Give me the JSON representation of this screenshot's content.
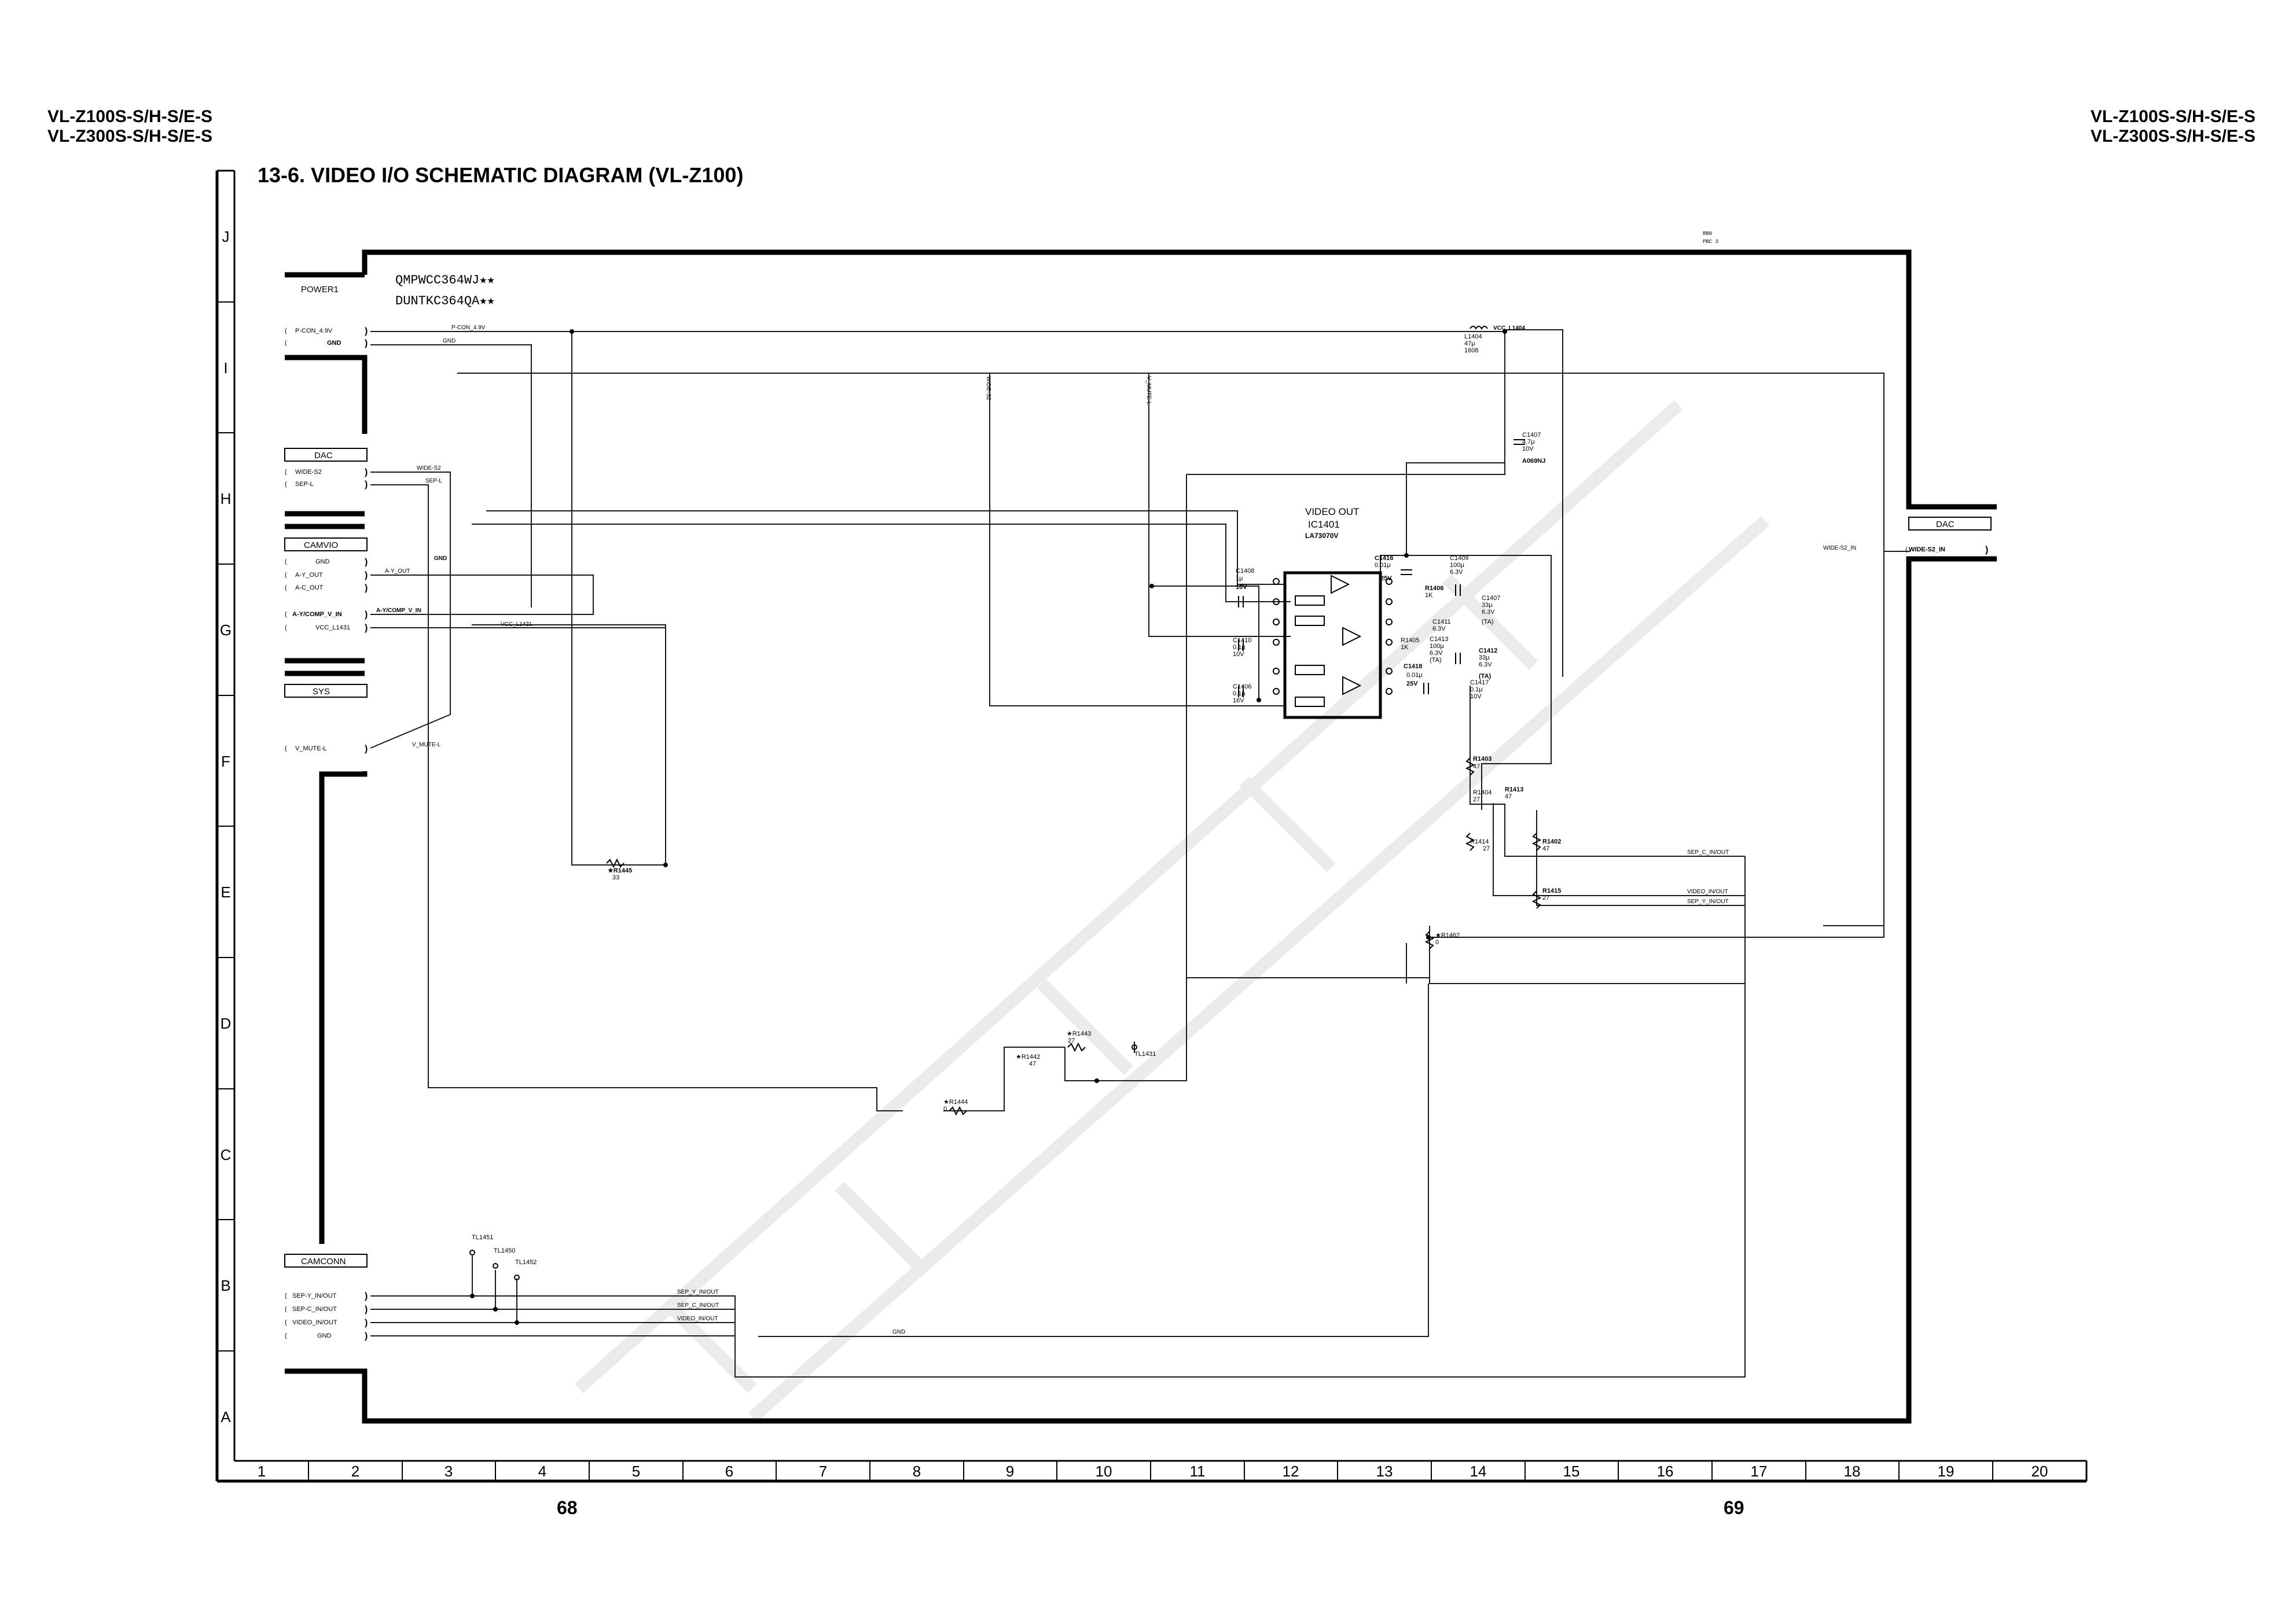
{
  "header": {
    "left_line1": "VL-Z100S-S/H-S/E-S",
    "left_line2": "VL-Z300S-S/H-S/E-S",
    "right_line1": "VL-Z100S-S/H-S/E-S",
    "right_line2": "VL-Z300S-S/H-S/E-S"
  },
  "title": "13-6. VIDEO I/O SCHEMATIC DIAGRAM (VL-Z100)",
  "page_numbers": {
    "left": "68",
    "right": "69"
  },
  "grid": {
    "rows": [
      "J",
      "I",
      "H",
      "G",
      "F",
      "E",
      "D",
      "C",
      "B",
      "A"
    ],
    "columns": [
      "1",
      "2",
      "3",
      "4",
      "5",
      "6",
      "7",
      "8",
      "9",
      "10",
      "11",
      "12",
      "13",
      "14",
      "15",
      "16",
      "17",
      "18",
      "19",
      "20"
    ]
  },
  "board": {
    "part1": "QMPWCC364WJ★★",
    "part2": "DUNTKC364QA★★",
    "corner_note1": "RB0",
    "corner_note2": "PBC 3"
  },
  "connectors": {
    "power1": {
      "name": "POWER1",
      "pins": [
        "P-CON_4.9V",
        "GND"
      ]
    },
    "dac_left": {
      "name": "DAC",
      "pins": [
        "WIDE-S2",
        "SEP-L"
      ]
    },
    "camvio": {
      "name": "CAMVIO",
      "pins": [
        "GND",
        "A-Y_OUT",
        "A-C_OUT",
        "A-Y/COMP_V_IN",
        "VCC_L1431"
      ]
    },
    "sys": {
      "name": "SYS",
      "pins": [
        "V_MUTE-L"
      ]
    },
    "camconn": {
      "name": "CAMCONN",
      "pins": [
        "SEP-Y_IN/OUT",
        "SEP-C_IN/OUT",
        "VIDEO_IN/OUT",
        "GND"
      ]
    },
    "dac_right": {
      "name": "DAC",
      "pins": [
        "WIDE-S2_IN"
      ]
    }
  },
  "nets": {
    "p_con": "P-CON_4.9V",
    "gnd": "GND",
    "wide_s2": "WIDE-S2",
    "sep_l": "SEP-L",
    "a_y_out": "A-Y_OUT",
    "a_y_comp": "A-Y/COMP_V_IN",
    "vcc_l1431": "VCC_L1431",
    "v_mute": "V_MUTE-L",
    "vcc_l1404": "VCC_L1404",
    "sep_y_out": "SEP_Y_IN/OUT",
    "sep_c_out": "SEP_C_IN/OUT",
    "video_out": "VIDEO_IN/OUT",
    "wide_s2_in": "WIDE-S2_IN",
    "sep_c_right": "SEP_C_IN/OUT",
    "video_right": "VIDEO_IN/OUT",
    "sep_y_right": "SEP_Y_IN/OUT",
    "vert1": "WIDE-S2",
    "vert2": "V_MUTE-L",
    "gnd_bottom": "GND"
  },
  "ic": {
    "label1": "VIDEO OUT",
    "label2": "IC1401",
    "label3": "LA73070V"
  },
  "components": {
    "l1404": [
      "L1404",
      "47μ",
      "1608"
    ],
    "c1407": [
      "C1407",
      "4.7μ",
      "10V",
      "A069NJ"
    ],
    "c1408": [
      "C1408",
      "1μ",
      "10V"
    ],
    "c1410": [
      "C1410",
      "0.1μ",
      "10V"
    ],
    "c1406": [
      "C1406",
      "0.1μ",
      "16V"
    ],
    "c1416": [
      "C1416",
      "0.01μ",
      "25V"
    ],
    "r1406": [
      "R1406",
      "1K"
    ],
    "r1405": [
      "R1405",
      "1K"
    ],
    "c1409": [
      "C1409",
      "100μ",
      "6.3V"
    ],
    "c1411": [
      "C1411",
      "6.3V"
    ],
    "c1412": [
      "C1412",
      "33μ",
      "6.3V",
      "(TA)"
    ],
    "c1417": [
      "C1417",
      "0.1μ",
      "10V"
    ],
    "c1418": [
      "C1418",
      "0.01μ",
      "25V"
    ],
    "c1413": [
      "C1413",
      "100μ",
      "6.3V",
      "(TA)"
    ],
    "c1407b": [
      "C1407",
      "33μ",
      "6.3V",
      "(TA)"
    ],
    "r1403": [
      "R1403",
      "47"
    ],
    "r1404": [
      "R1404",
      "27"
    ],
    "r1413": [
      "R1413",
      "47"
    ],
    "r1414": [
      "R1414",
      "27"
    ],
    "r1402": [
      "R1402",
      "47"
    ],
    "r1415": [
      "R1415",
      "27"
    ],
    "r1462": [
      "★R1462",
      "0"
    ],
    "r1445": [
      "★R1445",
      "33"
    ],
    "r1443": [
      "★R1443",
      "27"
    ],
    "r1442": [
      "★R1442",
      "47"
    ],
    "r1444": [
      "★R1444",
      "0"
    ],
    "tl1431": "TL1431",
    "tl1451": "TL1451",
    "tl1450": "TL1450",
    "tl1452": "TL1452"
  },
  "colors": {
    "ink": "#000000",
    "wire": "#1a1a1a",
    "watermark": "#d8d8d8"
  }
}
